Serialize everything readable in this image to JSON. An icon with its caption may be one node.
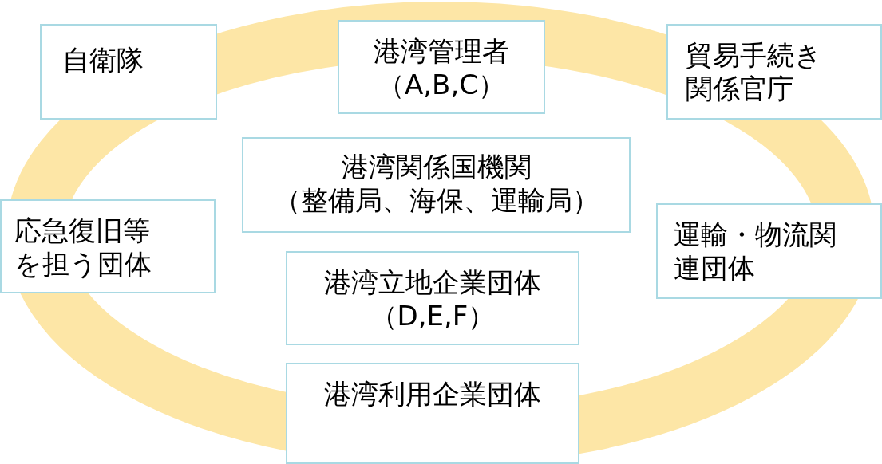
{
  "diagram": {
    "nodes": [
      {
        "text": [
          "自衛隊"
        ]
      },
      {
        "text": [
          "港湾管理者",
          "（A,B,C）"
        ]
      },
      {
        "text": [
          "貿易手続き関係官庁"
        ]
      },
      {
        "text": [
          "港湾関係国機関",
          "（整備局、海保、運輸局）"
        ]
      },
      {
        "text": [
          "応急復旧等を担う団体"
        ]
      },
      {
        "text": [
          "運輸・物流関連団体"
        ]
      },
      {
        "text": [
          "港湾立地企業団体",
          "（D,E,F）"
        ]
      },
      {
        "text": [
          "港湾利用企業団体"
        ]
      }
    ],
    "edges": []
  }
}
